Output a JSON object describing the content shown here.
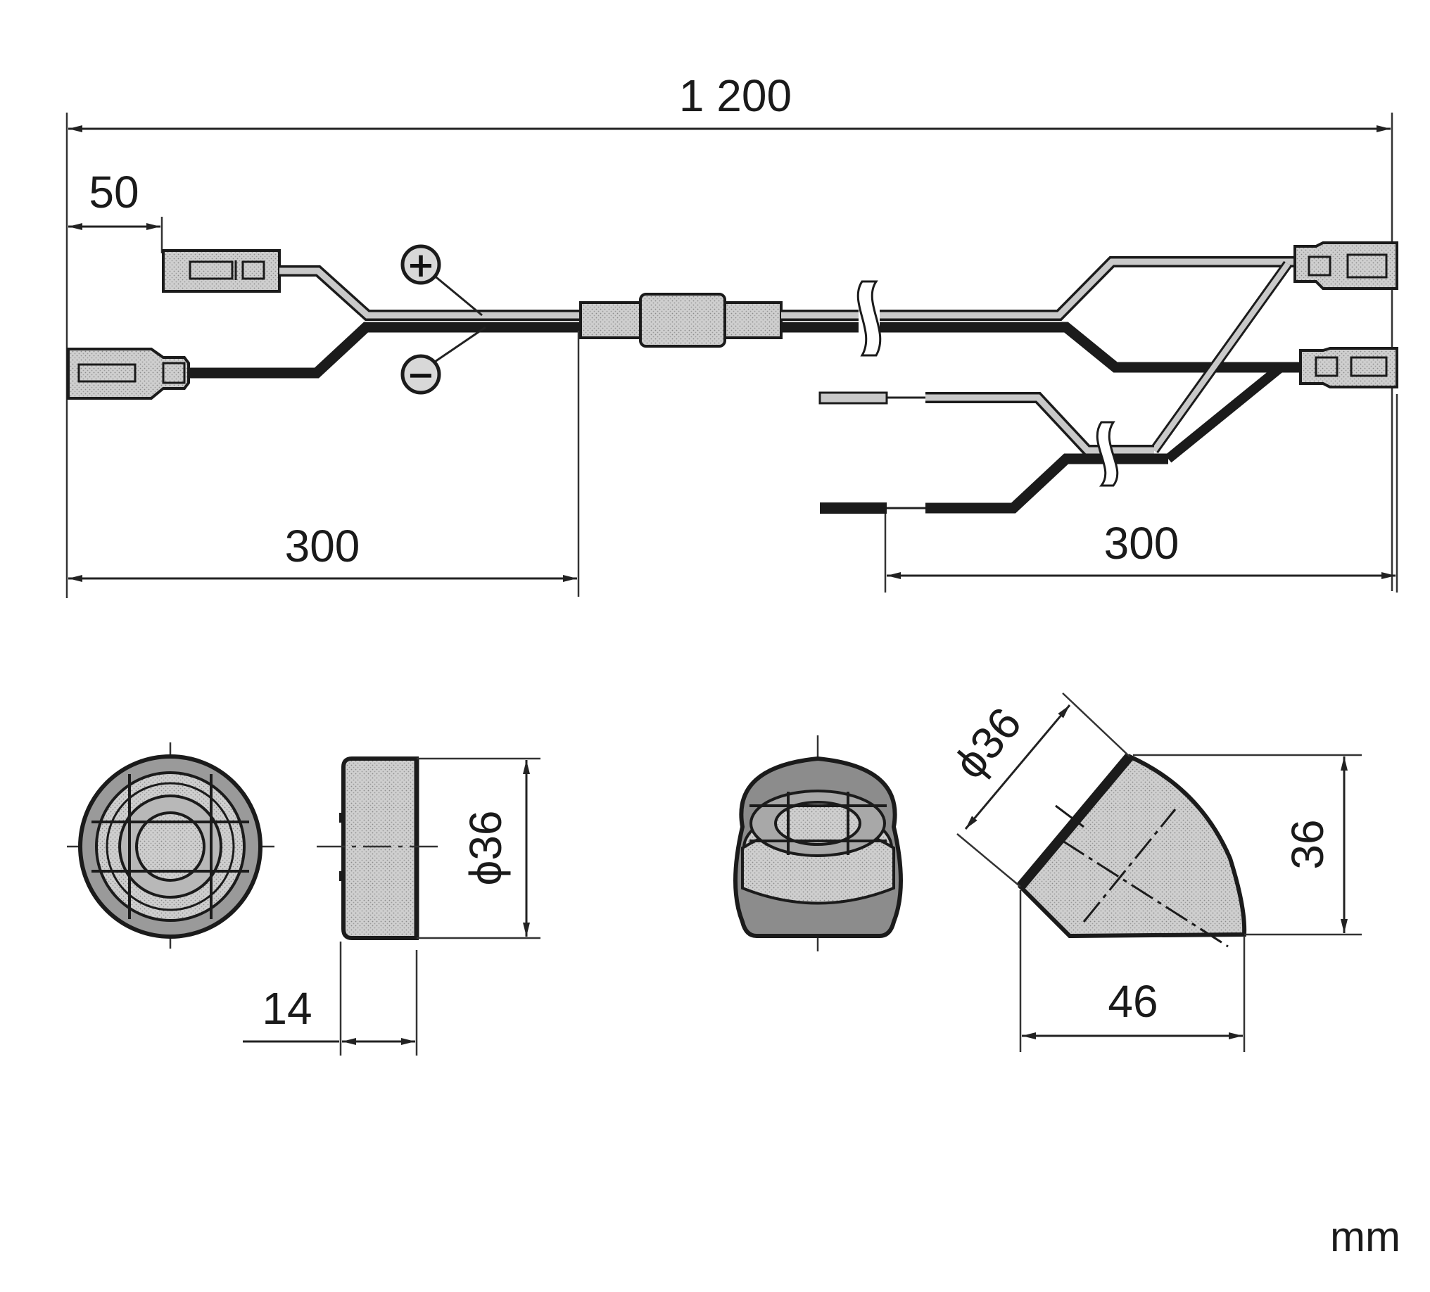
{
  "dimensions": {
    "total_length": "1 200",
    "connector_offset": "50",
    "left_branch": "300",
    "right_branch": "300",
    "tweeter_diameter_front": "ϕ36",
    "tweeter_depth": "14",
    "angled_diameter": "ϕ36",
    "angled_height": "36",
    "angled_depth": "46"
  },
  "polarity": {
    "positive": "+",
    "negative": "−"
  },
  "unit": "mm",
  "colors": {
    "line": "#1b1b1b",
    "fill": "#c9c9c9",
    "background": "#ffffff"
  }
}
